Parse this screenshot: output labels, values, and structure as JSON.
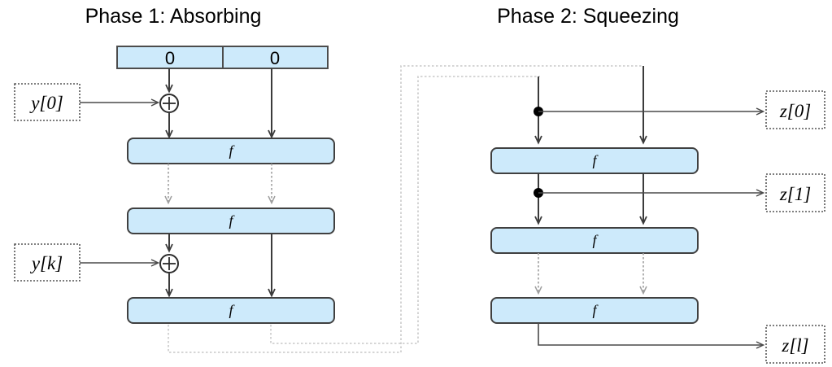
{
  "figure": {
    "kind": "sponge-construction-diagram",
    "background_color": "#ffffff",
    "block_fill_color": "#cdeafb",
    "block_stroke_color": "#404040",
    "feedback_line_color": "#c9c9c9",
    "dashed_arrow_color": "#9e9e9e",
    "solid_arrow_color": "#3b3b3b"
  },
  "phases": {
    "left": {
      "title": "Phase 1: Absorbing"
    },
    "right": {
      "title": "Phase 2: Squeezing"
    }
  },
  "initial_state": {
    "rate_value": "0",
    "capacity_value": "0"
  },
  "function_label": "f",
  "absorbing": {
    "inputs": [
      {
        "label": "y[0]"
      },
      {
        "label": "y[k]"
      }
    ],
    "permutations": [
      {
        "label": "f"
      },
      {
        "label": "f"
      },
      {
        "label": "f"
      }
    ],
    "xor_symbol": "+"
  },
  "squeezing": {
    "outputs": [
      {
        "label": "z[0]"
      },
      {
        "label": "z[1]"
      },
      {
        "label": "z[l]"
      }
    ],
    "permutations": [
      {
        "label": "f"
      },
      {
        "label": "f"
      },
      {
        "label": "f"
      }
    ]
  }
}
